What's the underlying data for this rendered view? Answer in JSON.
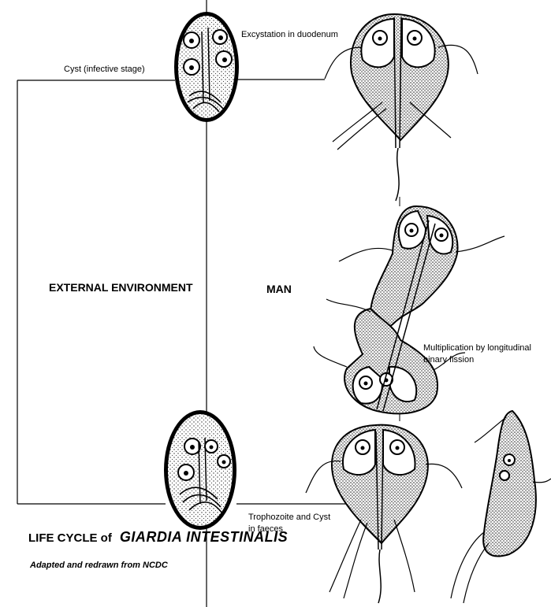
{
  "labels": {
    "cyst": "Cyst (infective stage)",
    "excystation": "Excystation in duodenum",
    "multiplication_line1": "Multiplication by longitudinal",
    "multiplication_line2": "binary fission",
    "faeces_line1": "Trophozoite and Cyst",
    "faeces_line2": "in faeces"
  },
  "regions": {
    "external": "EXTERNAL ENVIRONMENT",
    "man": "MAN"
  },
  "title": {
    "prefix": "LIFE CYCLE of",
    "organism": "GIARDIA INTESTINALIS"
  },
  "credit": "Adapted and redrawn from NCDC",
  "colors": {
    "ink": "#000000",
    "paper": "#ffffff",
    "stipple": "#555555"
  }
}
